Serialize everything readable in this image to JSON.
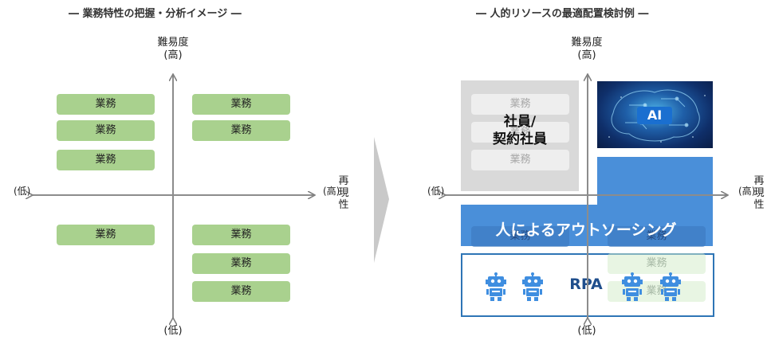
{
  "left_panel": {
    "title": "― 業務特性の把握・分析イメージ ―",
    "axis_top": "難易度",
    "axis_top_sub": "(高)",
    "axis_bottom": "(低)",
    "axis_left": "(低)",
    "axis_right_high": "(高)",
    "axis_right_label": [
      "再",
      "現",
      "性"
    ],
    "task_label": "業務"
  },
  "right_panel": {
    "title": "― 人的リソースの最適配置検討例 ―",
    "axis_top": "難易度",
    "axis_top_sub": "(高)",
    "axis_bottom": "(低)",
    "axis_left": "(低)",
    "axis_right_high": "(高)",
    "axis_right_label": [
      "再",
      "現",
      "性"
    ],
    "employee_label_line1": "社員/",
    "employee_label_line2": "契約社員",
    "ai_label": "AI",
    "outsourcing_label": "人によるアウトソーシング",
    "rpa_label": "RPA",
    "task_label": "業務"
  },
  "colors": {
    "task_green": "#a9d18e",
    "outsourcing_blue": "#4a8fd9",
    "rpa_border": "#2e75b6",
    "robot_blue": "#3f8ee0",
    "employee_gray": "#d9d9d9",
    "arrow_gray": "#c9c9c9"
  },
  "icons": [
    "robot-icon",
    "brain-circuit-image",
    "chevron-right-arrow"
  ]
}
